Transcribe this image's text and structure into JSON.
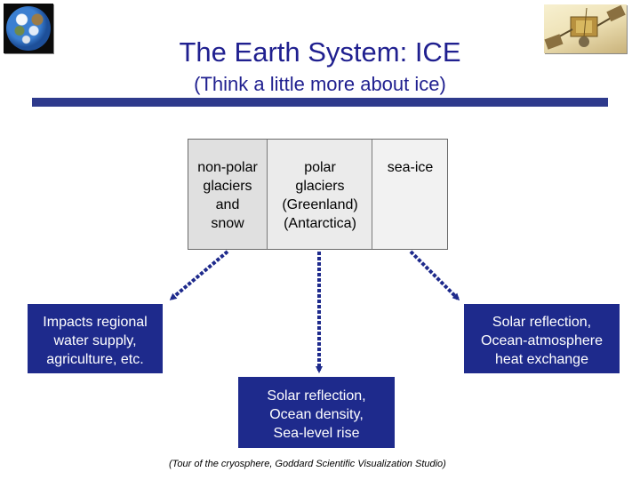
{
  "header": {
    "title": "The Earth System: ICE",
    "subtitle": "(Think a little more about ice)"
  },
  "ice_categories": [
    {
      "label": "non-polar\nglaciers\nand\nsnow"
    },
    {
      "label": "polar\nglaciers\n(Greenland)\n(Antarctica)"
    },
    {
      "label": "sea-ice"
    }
  ],
  "impacts": {
    "left": "Impacts regional\nwater supply,\nagriculture, etc.",
    "center": "Solar reflection,\nOcean density,\nSea-level rise",
    "right": "Solar reflection,\nOcean-atmosphere\nheat exchange"
  },
  "credit": "(Tour of the cryosphere, Goddard Scientific Visualization Studio)",
  "colors": {
    "title": "#1f1f8f",
    "rule": "#2e3a8c",
    "outcome_fill": "#1e2a8c",
    "arrow": "#1e2a8c"
  },
  "images": {
    "top_left": "earth-globe-image",
    "top_right": "satellite-image"
  }
}
